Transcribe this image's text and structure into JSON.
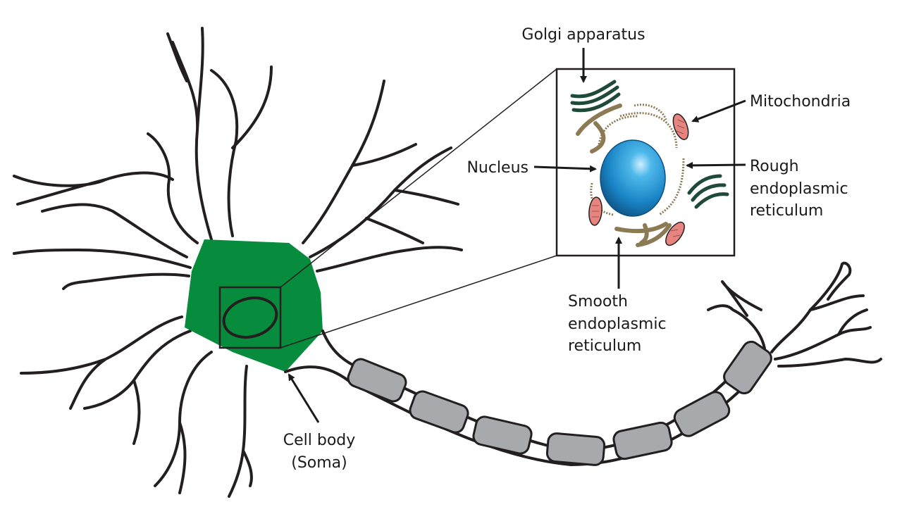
{
  "labels": {
    "golgi": "Golgi apparatus",
    "mitochondria": "Mitochondria",
    "nucleus": "Nucleus",
    "rough_er": [
      "Rough",
      "endoplasmic",
      "reticulum"
    ],
    "smooth_er": [
      "Smooth",
      "endoplasmic",
      "reticulum"
    ],
    "cell_body": [
      "Cell body",
      "(Soma)"
    ]
  },
  "colors": {
    "soma": "#068c3c",
    "myelin": "#a7a9ac",
    "nucleus": "#1a86c7",
    "golgi": "#1f4a3a",
    "mitochondria": "#e8847f",
    "smooth_er": "#8c7a55",
    "outline": "#231f20"
  }
}
